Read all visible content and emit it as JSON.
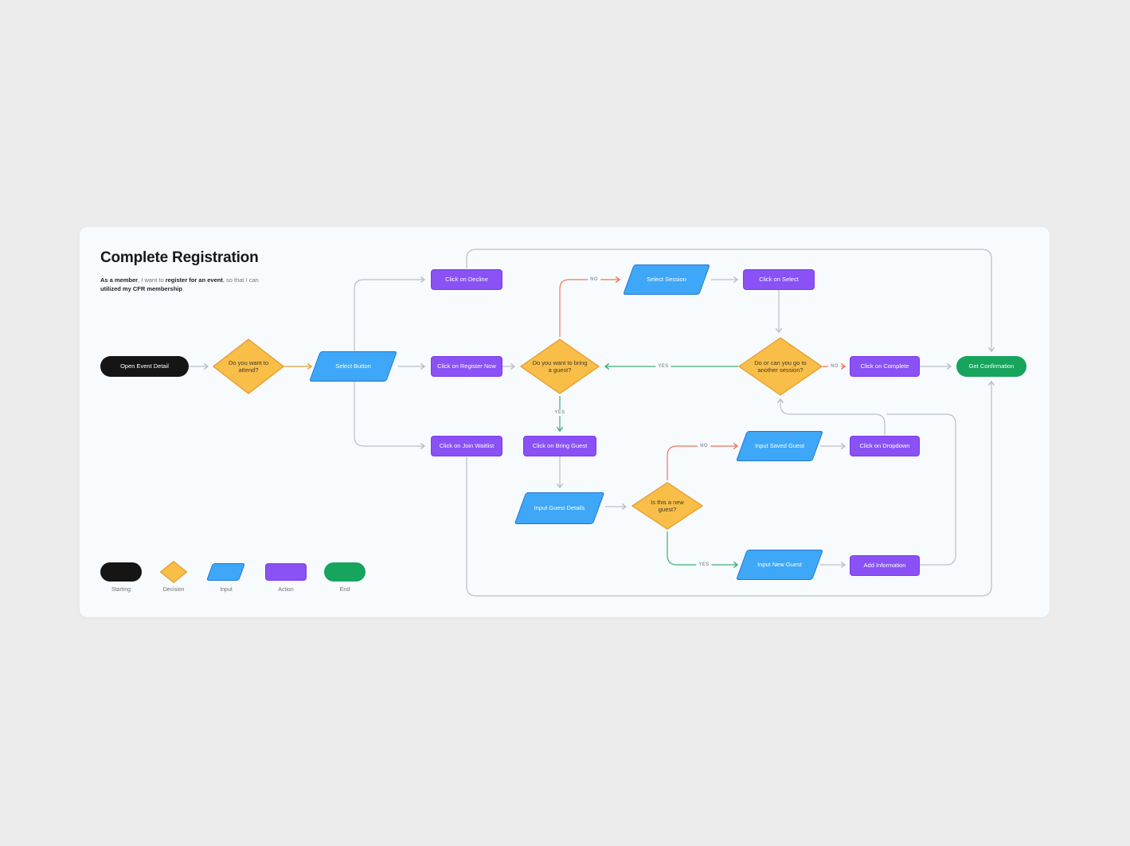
{
  "header": {
    "title": "Complete Registration",
    "story": {
      "line1": [
        {
          "text": "As a member",
          "bold": true
        },
        {
          "text": ", I want to ",
          "bold": false
        },
        {
          "text": "register for an event",
          "bold": true
        },
        {
          "text": ", so that I can",
          "bold": false
        }
      ],
      "line2": [
        {
          "text": "utilized my CFR membership",
          "bold": true
        },
        {
          "text": ".",
          "bold": false
        }
      ]
    }
  },
  "nodes": {
    "open_event": {
      "label": "Open Event Detail",
      "type": "starting"
    },
    "want_attend": {
      "label": "Do you want to attend?",
      "type": "decision"
    },
    "select_button": {
      "label": "Select Button",
      "type": "input"
    },
    "click_decline": {
      "label": "Click on Decline",
      "type": "action"
    },
    "click_register": {
      "label": "Click on Register Now",
      "type": "action"
    },
    "click_waitlist": {
      "label": "Click on Join Waitlist",
      "type": "action"
    },
    "bring_guest": {
      "label": "Do you want to bring a guest?",
      "type": "decision"
    },
    "select_session": {
      "label": "Select Session",
      "type": "input"
    },
    "click_select": {
      "label": "Click on Select",
      "type": "action"
    },
    "another_session": {
      "label": "Do or can you go to another session?",
      "type": "decision"
    },
    "click_complete": {
      "label": "Click on Complete",
      "type": "action"
    },
    "get_confirmation": {
      "label": "Get Confirmation",
      "type": "end"
    },
    "click_bring_guest": {
      "label": "Click on Bring Guest",
      "type": "action"
    },
    "input_guest_details": {
      "label": "Input Guest Details",
      "type": "input"
    },
    "new_guest": {
      "label": "Is this a new guest?",
      "type": "decision"
    },
    "input_saved_guest": {
      "label": "Input Saved Guest",
      "type": "input"
    },
    "click_dropdown": {
      "label": "Click on Dropdown",
      "type": "action"
    },
    "input_new_guest": {
      "label": "Input New Guest",
      "type": "input"
    },
    "add_information": {
      "label": "Add Information",
      "type": "action"
    }
  },
  "edge_labels": {
    "yes": "YES",
    "no": "NO"
  },
  "legend": {
    "items": [
      {
        "label": "Starting"
      },
      {
        "label": "Decision"
      },
      {
        "label": "Input"
      },
      {
        "label": "Action"
      },
      {
        "label": "End"
      }
    ]
  },
  "colors": {
    "start_fill": "#151515",
    "decision_fill": "#F8BE48",
    "decision_border": "#E8A33B",
    "input_fill": "#3EA7F7",
    "input_border": "#1D78D3",
    "action_fill": "#8A51F5",
    "action_border": "#7B3BEC",
    "end_fill": "#17A45C",
    "edge_gray": "#B9BFC8",
    "edge_red": "#F2745C",
    "edge_green": "#3EAE76",
    "edge_orange": "#E2A43C",
    "card_bg": "#F8FBFD"
  }
}
